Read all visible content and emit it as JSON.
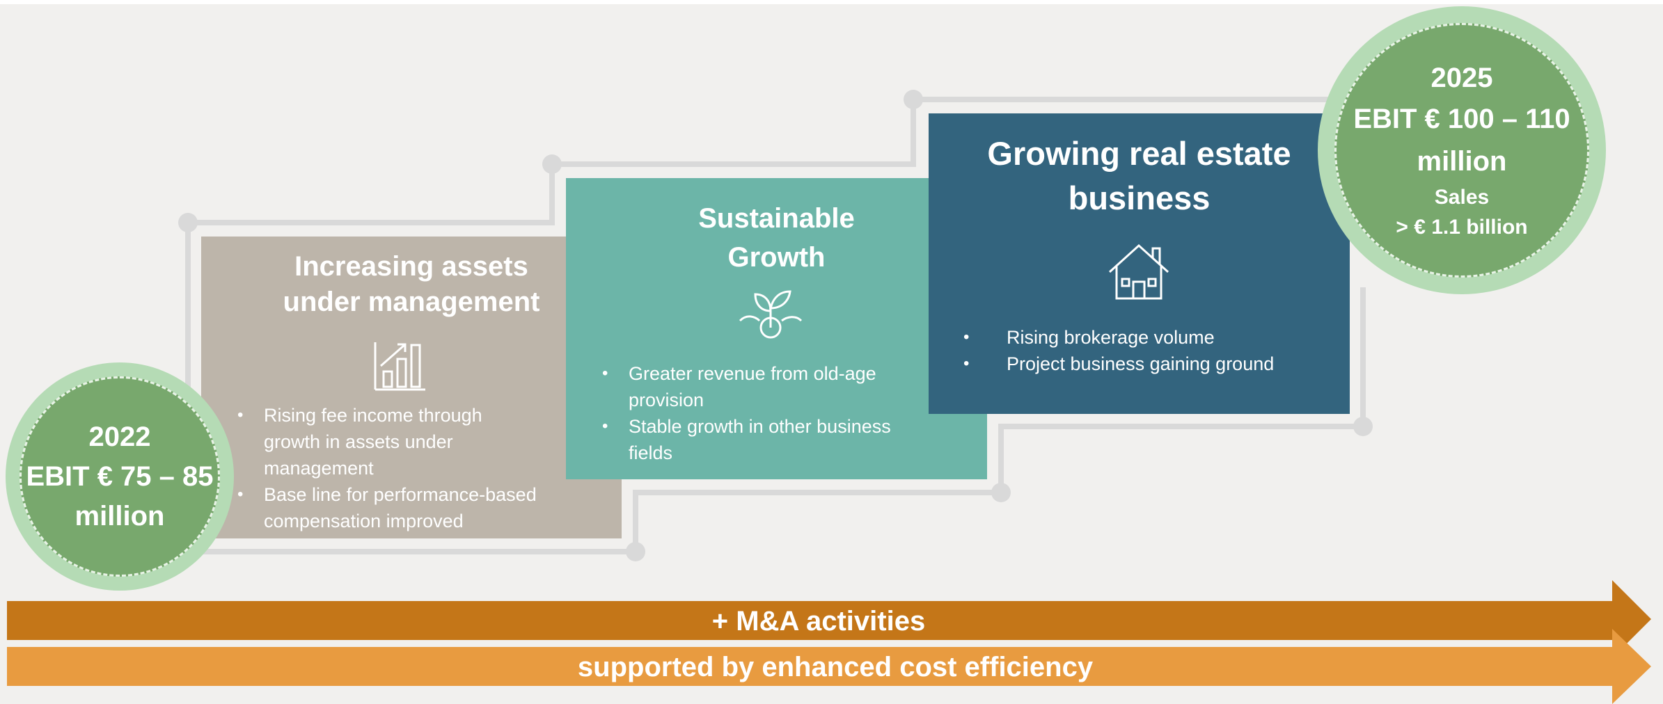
{
  "start_milestone": {
    "year": "2022",
    "ebit": "EBIT € 75 – 85",
    "unit": "million"
  },
  "end_milestone": {
    "year": "2025",
    "ebit": "EBIT € 100 – 110",
    "unit": "million",
    "sales_label": "Sales",
    "sales_value": "> € 1.1 billion"
  },
  "steps": [
    {
      "title_line1": "Increasing assets",
      "title_line2": "under management",
      "icon": "bar-chart-growth-icon",
      "bullets": [
        {
          "line1": "Rising fee income through",
          "line2": "growth in assets under",
          "line3": "management"
        },
        {
          "line1": "Base line for performance-based",
          "line2": "compensation improved"
        }
      ],
      "color": "#bdb5aa"
    },
    {
      "title_line1": "Sustainable",
      "title_line2": "Growth",
      "icon": "sprout-icon",
      "bullets": [
        {
          "line1": "Greater revenue from old-age",
          "line2": "provision"
        },
        {
          "line1": "Stable growth in other business",
          "line2": "fields"
        }
      ],
      "color": "#6cb5a8"
    },
    {
      "title_line1": "Growing real estate",
      "title_line2": "business",
      "icon": "house-icon",
      "bullets": [
        {
          "line1": "Rising brokerage volume"
        },
        {
          "line1": "Project business gaining ground"
        }
      ],
      "color": "#33647e"
    }
  ],
  "arrows": {
    "top_label": "+ M&A activities",
    "bottom_label": "supported by enhanced cost efficiency",
    "top_color": "#c47618",
    "bottom_color": "#e89b40"
  },
  "colors": {
    "milestone_fill": "#78a86d",
    "milestone_ring": "#b5dbb5",
    "connector": "#d9d9d9"
  }
}
